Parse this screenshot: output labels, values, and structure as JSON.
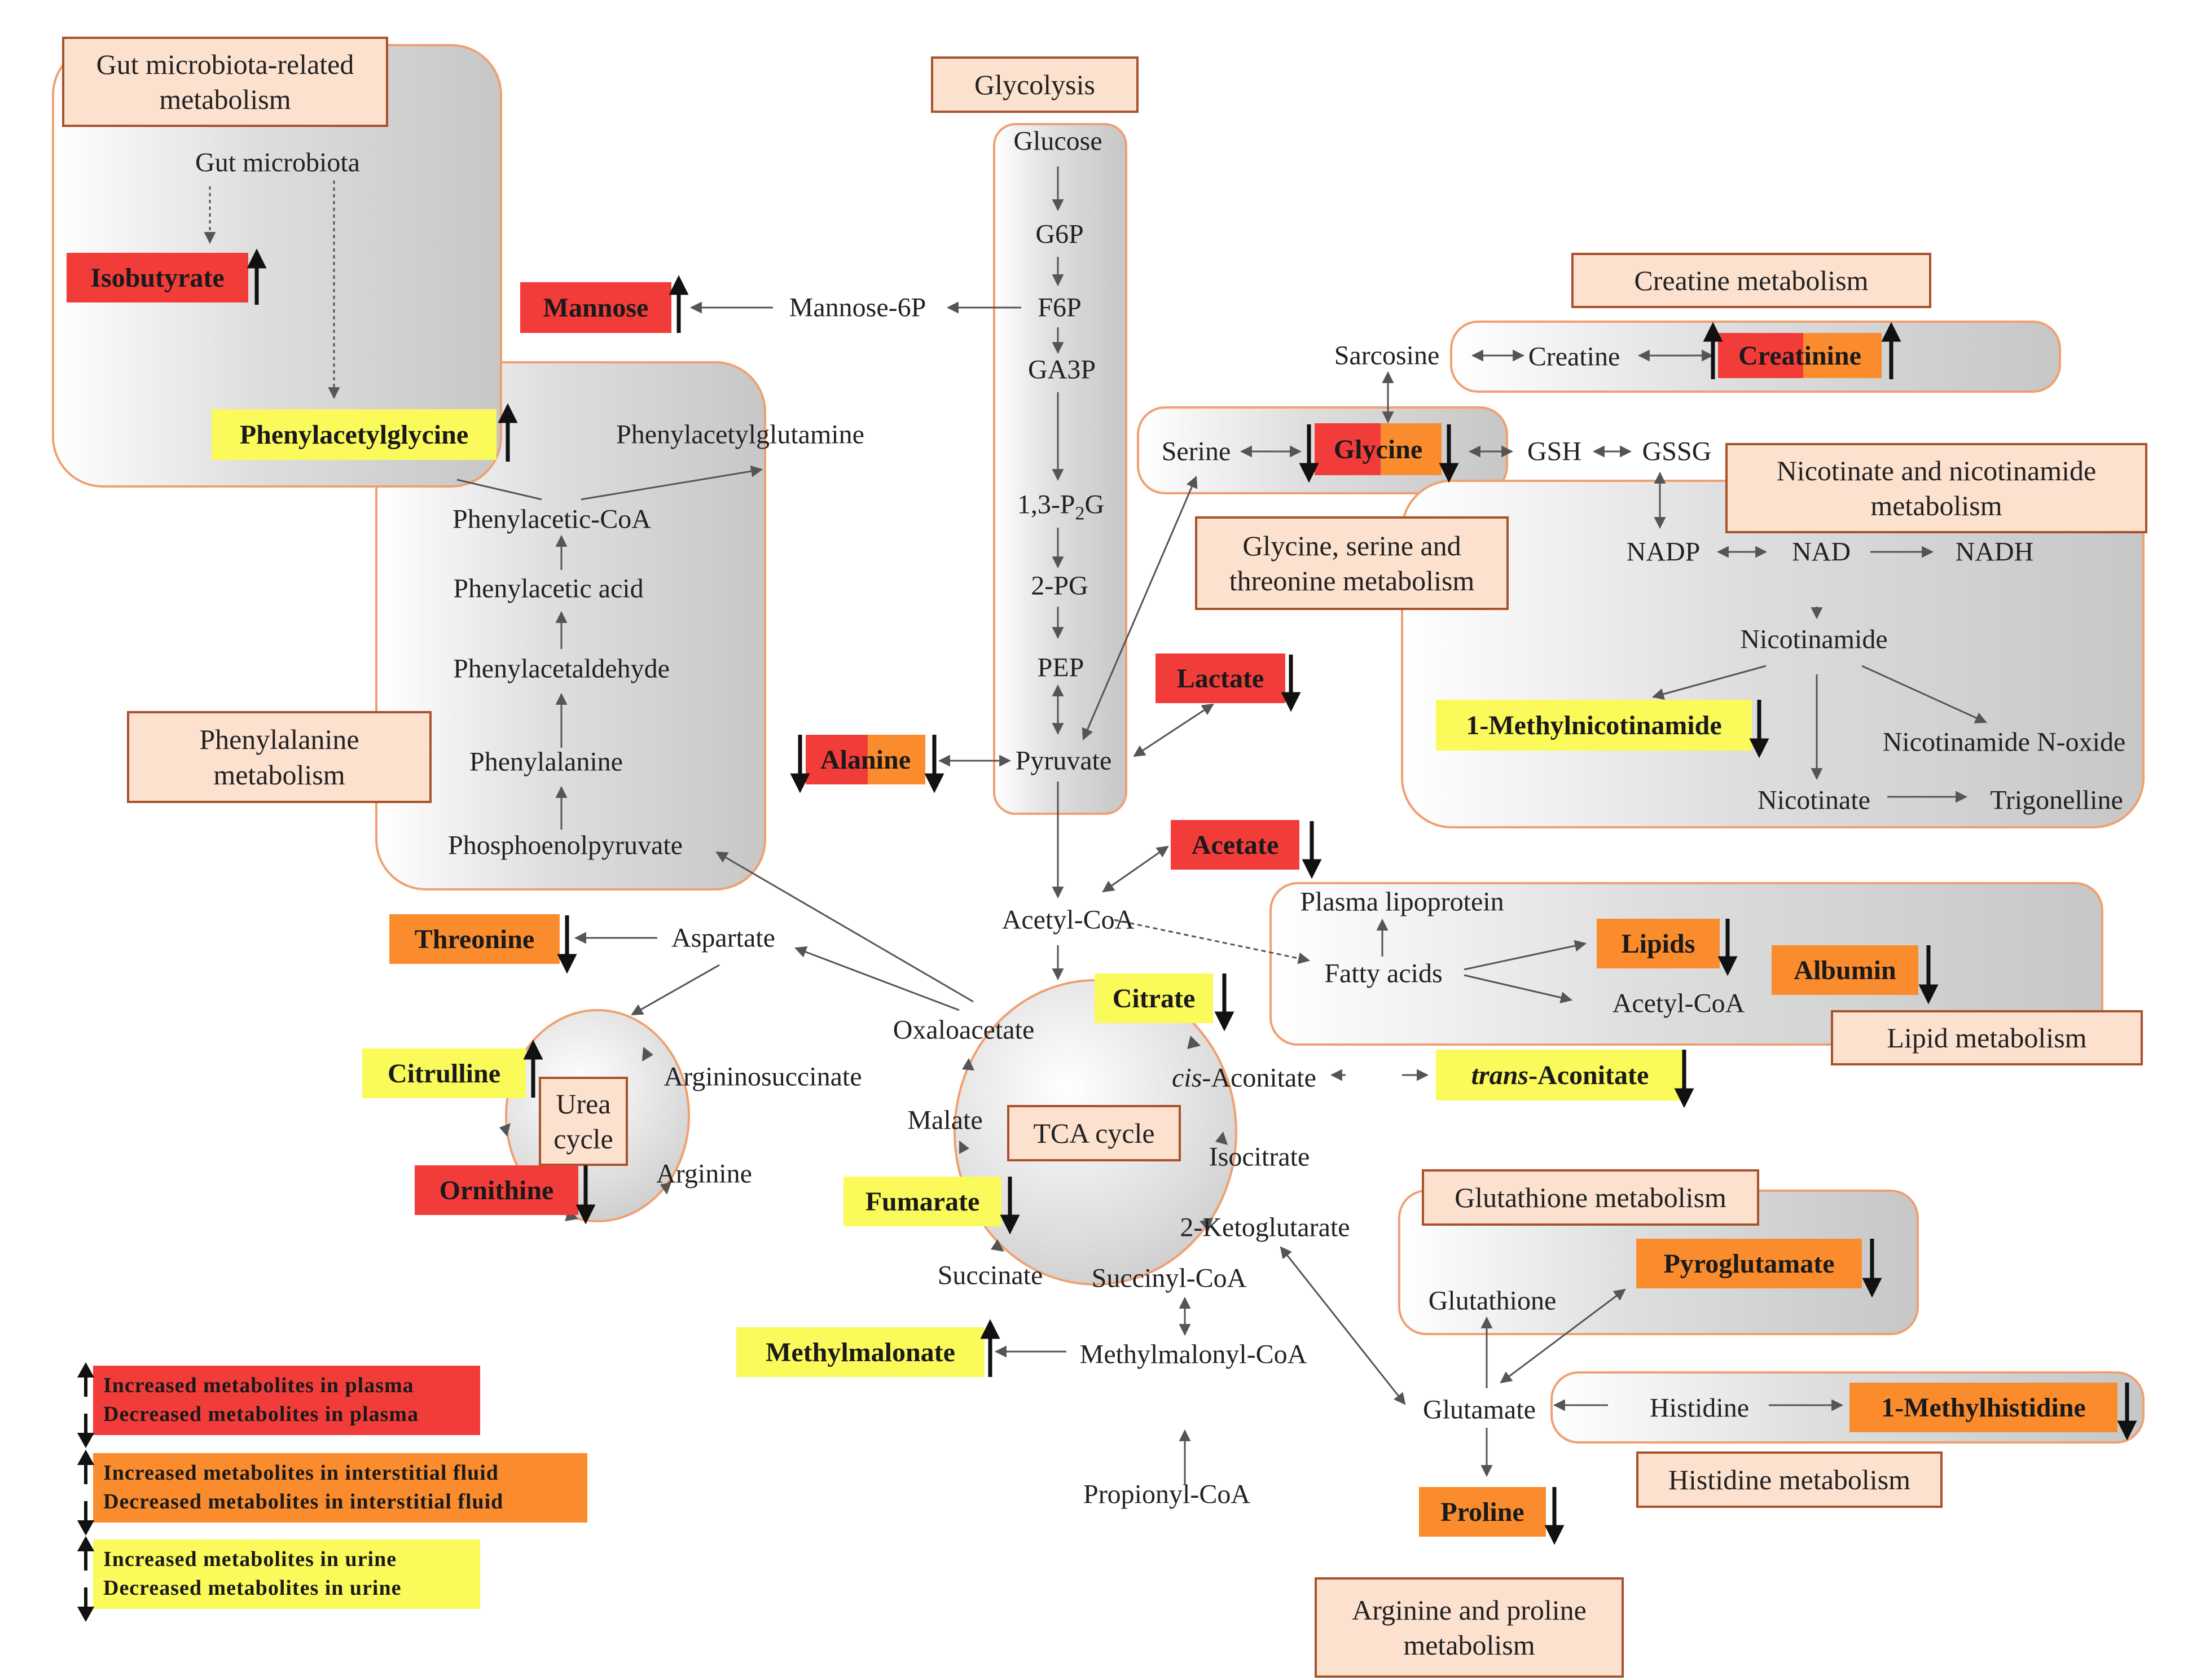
{
  "groups": {
    "gut": "Gut microbiota-related\nmetabolism",
    "glycolysis": "Glycolysis",
    "creatine": "Creatine metabolism",
    "nicotinate": "Nicotinate and nicotinamide\nmetabolism",
    "glycine": "Glycine, serine and\nthreonine metabolism",
    "phenylalanine": "Phenylalanine\nmetabolism",
    "lipid": "Lipid metabolism",
    "glutathione": "Glutathione metabolism",
    "histidine": "Histidine metabolism",
    "arginine": "Arginine and proline\nmetabolism",
    "urea": "Urea\ncycle",
    "tca": "TCA cycle"
  },
  "nodes": {
    "gut_microbiota": "Gut microbiota",
    "glucose": "Glucose",
    "g6p": "G6P",
    "f6p": "F6P",
    "ga3p": "GA3P",
    "p2g_prefix": "1,3-P",
    "p2g_sub": "2",
    "p2g_suffix": "G",
    "pg2": "2-PG",
    "pep": "PEP",
    "pyruvate": "Pyruvate",
    "mannose6p": "Mannose-6P",
    "phenylacetylglutamine": "Phenylacetylglutamine",
    "phenylacetyl_coa": "Phenylacetic-CoA",
    "phenylacetic_acid": "Phenylacetic acid",
    "phenylacetaldehyde": "Phenylacetaldehyde",
    "phenylalanine": "Phenylalanine",
    "phosphoenolpyruvate": "Phosphoenolpyruvate",
    "sarcosine": "Sarcosine",
    "creatine": "Creatine",
    "serine": "Serine",
    "gsh": "GSH",
    "gssg": "GSSG",
    "nadp": "NADP",
    "nad": "NAD",
    "nadh": "NADH",
    "nicotinamide": "Nicotinamide",
    "nicotinamide_n_oxide": "Nicotinamide N-oxide",
    "nicotinate": "Nicotinate",
    "trigonelline": "Trigonelline",
    "acetyl_coa": "Acetyl-CoA",
    "plasma_lipoprotein": "Plasma lipoprotein",
    "fatty_acids": "Fatty acids",
    "acetyl_coa_2": "Acetyl-CoA",
    "aspartate": "Aspartate",
    "oxaloacetate": "Oxaloacetate",
    "argininosuccinate": "Argininosuccinate",
    "arginine": "Arginine",
    "malate": "Malate",
    "cis_prefix": "cis",
    "cis_suffix": "-Aconitate",
    "isocitrate": "Isocitrate",
    "ketoglutarate": "2-Ketoglutarate",
    "succinate": "Succinate",
    "succinyl_coa": "Succinyl-CoA",
    "glutathione": "Glutathione",
    "methylmalonyl_coa": "Methylmalonyl-CoA",
    "glutamate": "Glutamate",
    "histidine": "Histidine",
    "propionyl_coa": "Propionyl-CoA"
  },
  "metabolites": {
    "isobutyrate": {
      "label": "Isobutyrate",
      "fluid": "plasma",
      "change": "increased"
    },
    "mannose": {
      "label": "Mannose",
      "fluid": "plasma",
      "change": "increased"
    },
    "phenylacetylglycine": {
      "label": "Phenylacetylglycine",
      "fluid": "urine",
      "change": "increased"
    },
    "creatinine": {
      "label_a": "Creat",
      "label_b": "inine",
      "fluid": "plasma+interstitial",
      "change": "increased"
    },
    "glycine": {
      "label_a": "Gly",
      "label_b": "cine",
      "fluid": "plasma+interstitial",
      "change": "decreased"
    },
    "lactate": {
      "label": "Lactate",
      "fluid": "plasma",
      "change": "decreased"
    },
    "methylnicotinamide": {
      "label": "1-Methylnicotinamide",
      "fluid": "urine",
      "change": "decreased"
    },
    "alanine": {
      "label_a": "Ala",
      "label_b": "nine",
      "fluid": "plasma+interstitial",
      "change": "decreased"
    },
    "acetate": {
      "label": "Acetate",
      "fluid": "plasma",
      "change": "decreased"
    },
    "threonine": {
      "label": "Threonine",
      "fluid": "interstitial",
      "change": "decreased"
    },
    "lipids": {
      "label": "Lipids",
      "fluid": "interstitial",
      "change": "decreased"
    },
    "albumin": {
      "label": "Albumin",
      "fluid": "interstitial",
      "change": "decreased"
    },
    "citrate": {
      "label": "Citrate",
      "fluid": "urine",
      "change": "decreased"
    },
    "citrulline": {
      "label": "Citrulline",
      "fluid": "urine",
      "change": "increased"
    },
    "trans_aconitate": {
      "label_prefix": "trans",
      "label_suffix": "-Aconitate",
      "fluid": "urine",
      "change": "decreased"
    },
    "ornithine": {
      "label": "Ornithine",
      "fluid": "plasma",
      "change": "decreased"
    },
    "fumarate": {
      "label": "Fumarate",
      "fluid": "urine",
      "change": "decreased"
    },
    "pyroglutamate": {
      "label": "Pyroglutamate",
      "fluid": "interstitial",
      "change": "decreased"
    },
    "methylmalonate": {
      "label": "Methylmalonate",
      "fluid": "urine",
      "change": "increased"
    },
    "methylhistidine": {
      "label": "1-Methylhistidine",
      "fluid": "interstitial",
      "change": "decreased"
    },
    "proline": {
      "label": "Proline",
      "fluid": "interstitial",
      "change": "decreased"
    }
  },
  "legend": {
    "plasma_inc": "Increased metabolites in plasma",
    "plasma_dec": "Decreased metabolites in plasma",
    "interstitial_inc": "Increased metabolites in interstitial fluid",
    "interstitial_dec": "Decreased metabolites in interstitial fluid",
    "urine_inc": "Increased metabolites in urine",
    "urine_dec": "Decreased metabolites in urine"
  },
  "colors": {
    "plasma": "#f23c3a",
    "interstitial": "#fb8c2e",
    "urine": "#fafa5a",
    "group_border": "#f0a070",
    "header_fill": "#fde1cf",
    "header_border": "#a8512c"
  }
}
